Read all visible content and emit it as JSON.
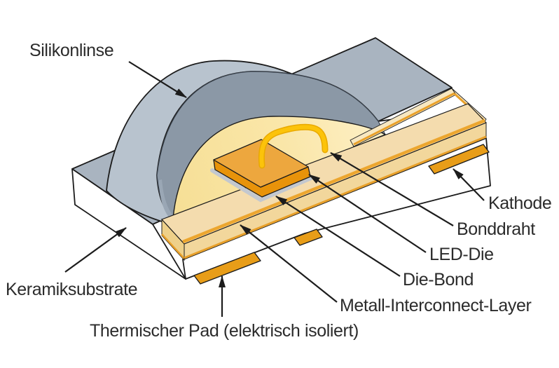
{
  "diagram": {
    "description": "Cutaway illustration of a ceramic LED package (chip LED with silicone lens)",
    "labels": {
      "silikonlinse": {
        "text": "Silikonlinse"
      },
      "kathode": {
        "text": "Kathode"
      },
      "bonddraht": {
        "text": "Bonddraht"
      },
      "led_die": {
        "text": "LED-Die"
      },
      "die_bond": {
        "text": "Die-Bond"
      },
      "metall_interconnect": {
        "text": "Metall-Interconnect-Layer"
      },
      "thermischer_pad": {
        "text": "Thermischer Pad (elektrisch isoliert)"
      },
      "keramiksubstrate": {
        "text": "Keramiksubstrate"
      }
    },
    "colors": {
      "ceramic_top": "#a9b4c0",
      "lens_ring": "#b8c3ce",
      "lens_inner": "#8b98a6",
      "lens_sliver": "#9aa7b5",
      "phosphor_left": "#f6df96",
      "phosphor_right": "#fdefc4",
      "strip_cream": "#f7e7c0",
      "interconnect_top": "#f4dcae",
      "interconnect_front": "#f2d79c",
      "interconnect_end": "#eed089",
      "orange_line": "#e8a02a",
      "orange_strip": "#eca62f",
      "pad": "#e89d18",
      "die_top": "#eda73e",
      "die_front": "#e8930a",
      "die_attach": "#c3c8cf",
      "wire": "#fcc30a",
      "wire_edge": "#e9a900",
      "substrate_white": "#ffffff",
      "outline": "#1c1c1c"
    }
  }
}
